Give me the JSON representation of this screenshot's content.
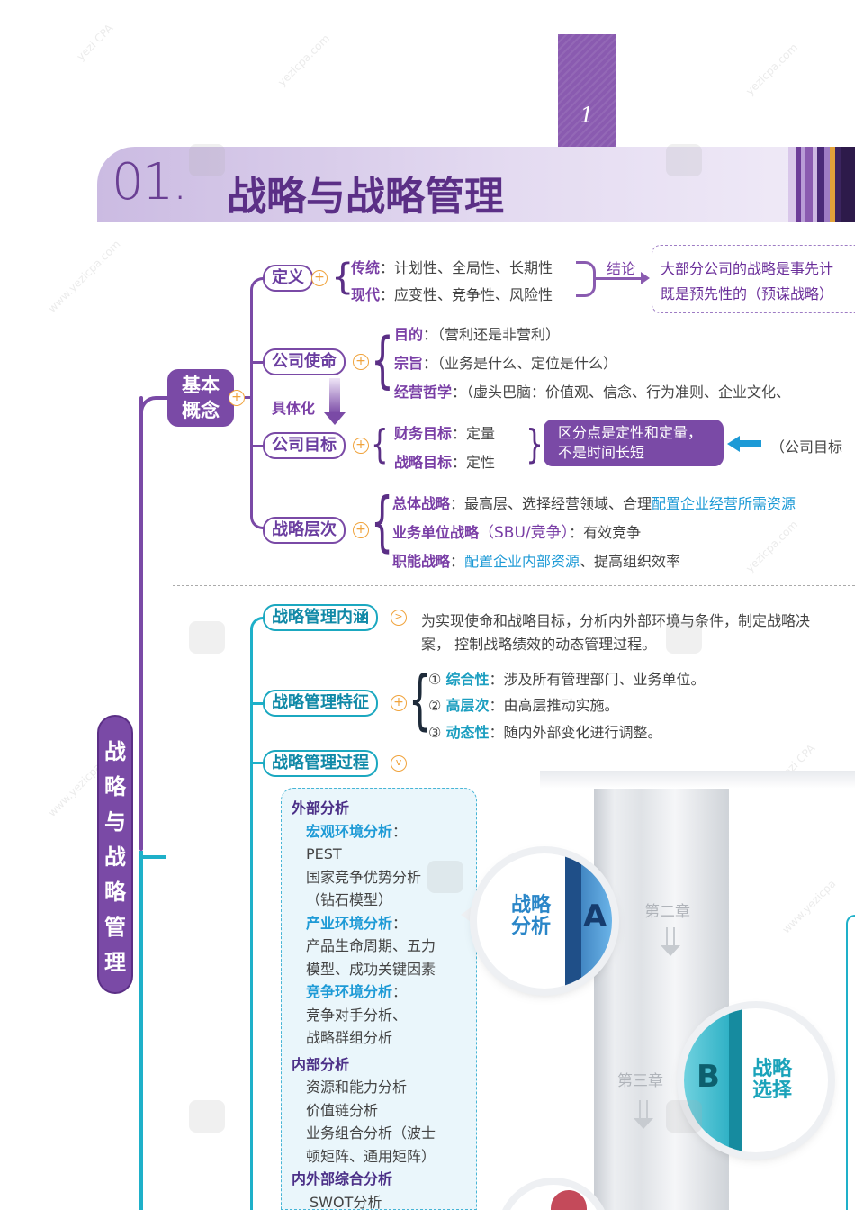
{
  "page_number": "1",
  "title": {
    "number": "01.",
    "text": "战略与战略管理"
  },
  "side_title": [
    "战",
    "略",
    "与",
    "战",
    "略",
    "管",
    "理"
  ],
  "basic_concept": {
    "label_line1": "基本",
    "label_line2": "概念",
    "definition": {
      "label": "定义",
      "traditional_key": "传统",
      "traditional_text": "：计划性、全局性、长期性",
      "modern_key": "现代",
      "modern_text": "：应变性、竞争性、风险性",
      "conclusion_label": "结论",
      "conclusion_line1": "大部分公司的战略是事先计",
      "conclusion_line2": "既是预先性的（预谋战略）"
    },
    "mission": {
      "label": "公司使命",
      "purpose_key": "目的",
      "purpose_text": "：（营利还是非营利）",
      "aim_key": "宗旨",
      "aim_text": "：（业务是什么、定位是什么）",
      "philosophy_key": "经营哲学",
      "philosophy_text": "：（虚头巴脑：价值观、信念、行为准则、企业文化、"
    },
    "concretize": "具体化",
    "goals": {
      "label": "公司目标",
      "financial_key": "财务目标",
      "financial_text": "：定量",
      "strategic_key": "战略目标",
      "strategic_text": "：定性",
      "note_line1": "区分点是定性和定量，",
      "note_line2": "不是时间长短",
      "trailing": "（公司目标"
    },
    "levels": {
      "label": "战略层次",
      "overall_key": "总体战略",
      "overall_text": "：最高层、选择经营领域、合理",
      "overall_blue": "配置企业经营所需资源",
      "business_key": "业务单位战略",
      "business_mid": "（SBU/竞争）",
      "business_text": "：有效竞争",
      "functional_key": "职能战略",
      "functional_sep": "：",
      "functional_blue": "配置企业内部资源",
      "functional_text": "、提高组织效率"
    }
  },
  "management": {
    "connotation": {
      "label": "战略管理内涵",
      "line1": "为实现使命和战略目标，分析内外部环境与条件，制定战略决",
      "line2": "案， 控制战略绩效的动态管理过程。"
    },
    "features": {
      "label": "战略管理特征",
      "items": [
        {
          "num": "①",
          "key": "综合性",
          "text": "：涉及所有管理部门、业务单位。"
        },
        {
          "num": "②",
          "key": "高层次",
          "text": "：由高层推动实施。"
        },
        {
          "num": "③",
          "key": "动态性",
          "text": "：随内外部变化进行调整。"
        }
      ]
    },
    "process": {
      "label": "战略管理过程",
      "box": {
        "external_title": "外部分析",
        "macro_key": "宏观环境分析",
        "macro_colon": "：",
        "macro_items": [
          "PEST",
          "国家竞争优势分析",
          "（钻石模型）"
        ],
        "industry_key": "产业环境分析",
        "industry_colon": "：",
        "industry_items": [
          "产品生命周期、五力",
          "模型、成功关键因素"
        ],
        "competitive_key": "竞争环境分析",
        "competitive_colon": "：",
        "competitive_items": [
          "竞争对手分析、",
          "战略群组分析"
        ],
        "internal_title": "内部分析",
        "internal_items": [
          "资源和能力分析",
          "价值链分析",
          "业务组合分析（波士",
          "顿矩阵、通用矩阵）"
        ],
        "combined_title": "内外部综合分析",
        "combined_items": [
          "SWOT分析"
        ]
      },
      "stage_a": {
        "letter": "A",
        "label_line1": "战略",
        "label_line2": "分析",
        "chapter": "第二章"
      },
      "stage_b": {
        "letter": "B",
        "label_line1": "战略",
        "label_line2": "选择",
        "chapter": "第三章"
      }
    }
  }
}
